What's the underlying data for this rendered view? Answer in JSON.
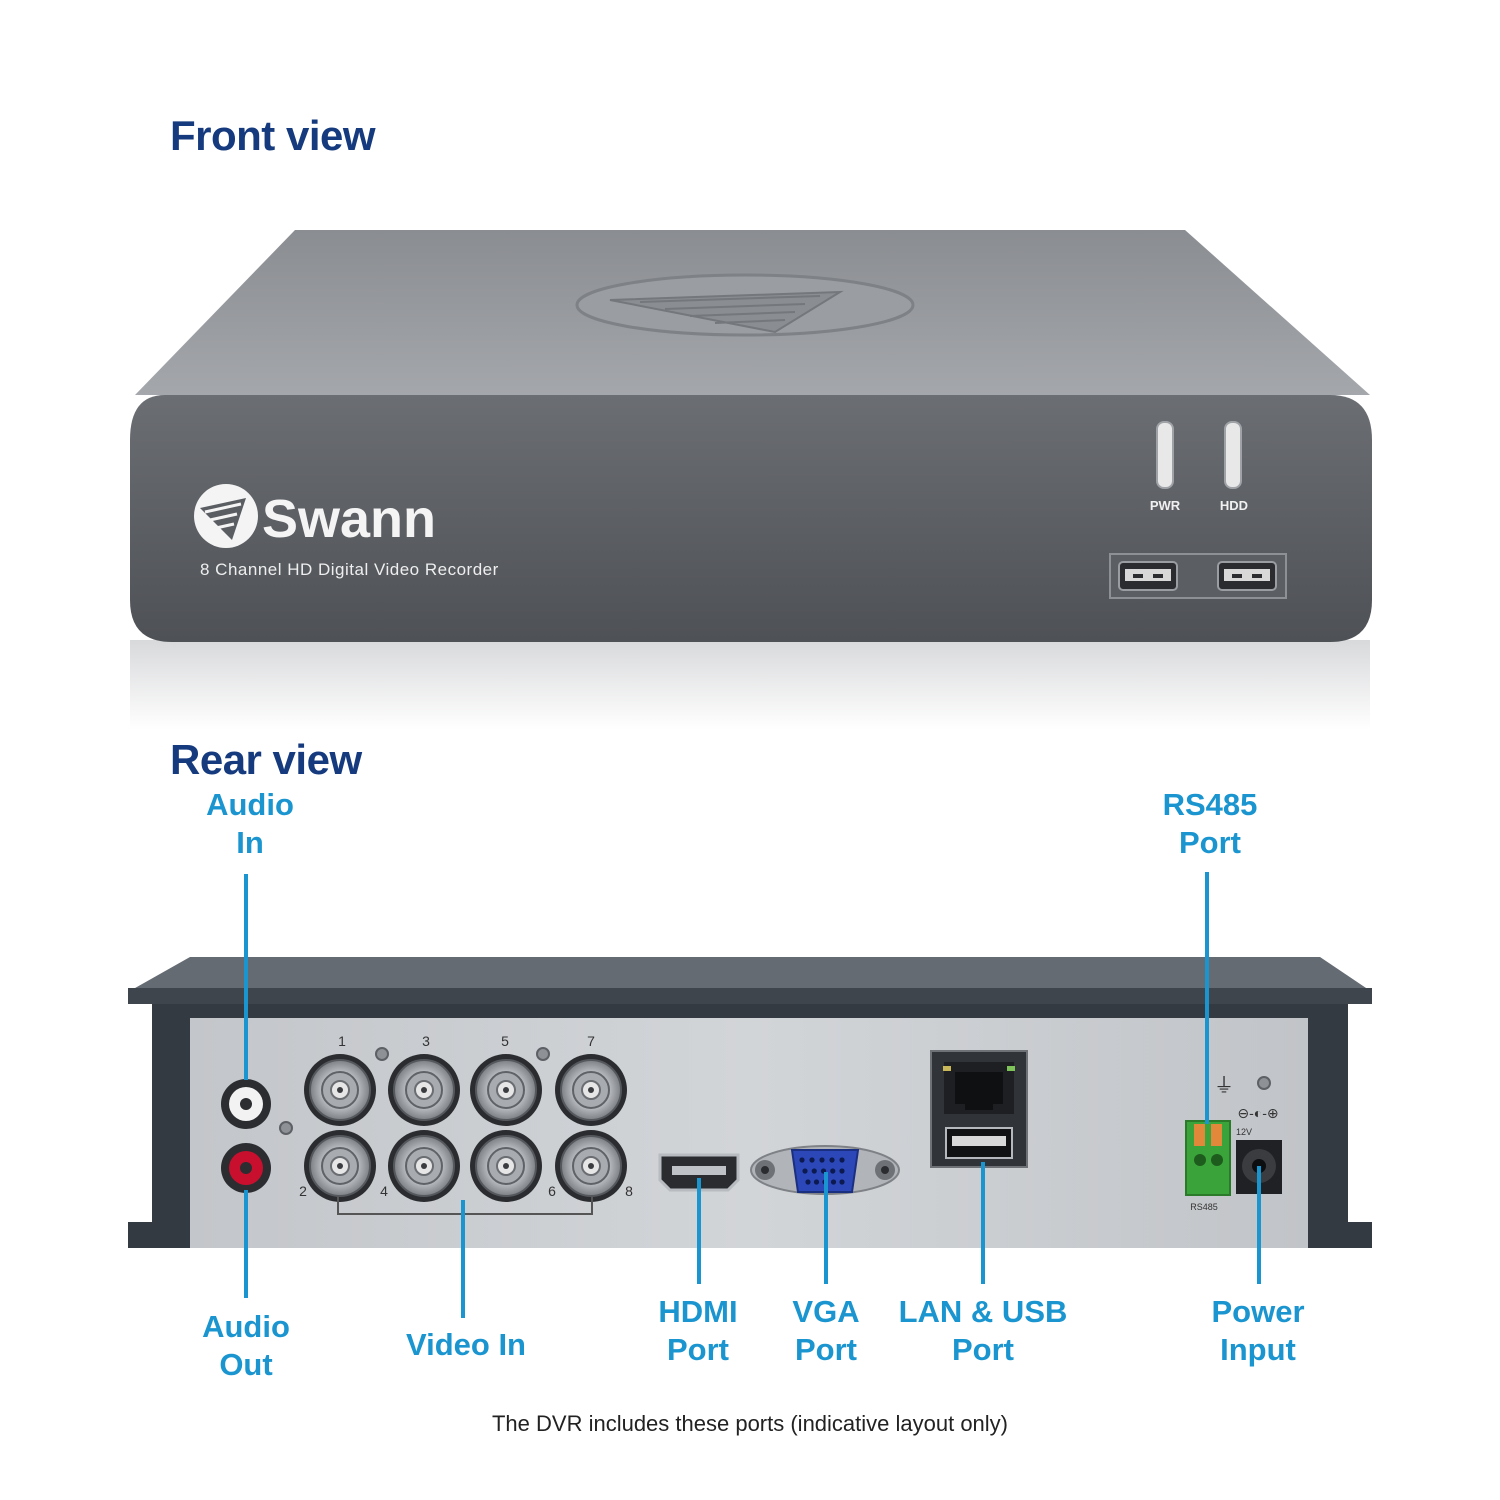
{
  "colors": {
    "heading": "#153a7d",
    "label": "#1b95cf",
    "leader": "#1b95cf",
    "chassis_dark": "#3d4146",
    "chassis_mid": "#5b5f64",
    "panel_silver": "#c9ccd0",
    "vga_blue": "#2b47b8",
    "rs485_green": "#3aa43a",
    "rca_red": "#c8102e"
  },
  "front": {
    "heading": "Front view",
    "brand": "Swann",
    "model_text": "8 Channel HD Digital Video Recorder",
    "led_pwr": "PWR",
    "led_hdd": "HDD",
    "icons": [
      "swann-logo-icon",
      "usb-port-icon",
      "led-indicator-icon"
    ]
  },
  "rear": {
    "heading": "Rear view",
    "bnc_numbers_top": [
      "1",
      "3",
      "5",
      "7"
    ],
    "bnc_numbers_bottom": [
      "2",
      "4",
      "6",
      "8"
    ],
    "rs485_small": "RS485",
    "voltage_small": "12V",
    "labels": {
      "audio_in": "Audio\nIn",
      "audio_out": "Audio\nOut",
      "video_in": "Video In",
      "hdmi": "HDMI\nPort",
      "vga": "VGA\nPort",
      "lan_usb": "LAN & USB\nPort",
      "rs485": "RS485\nPort",
      "power": "Power\nInput"
    }
  },
  "caption": "The DVR includes these ports (indicative layout only)"
}
